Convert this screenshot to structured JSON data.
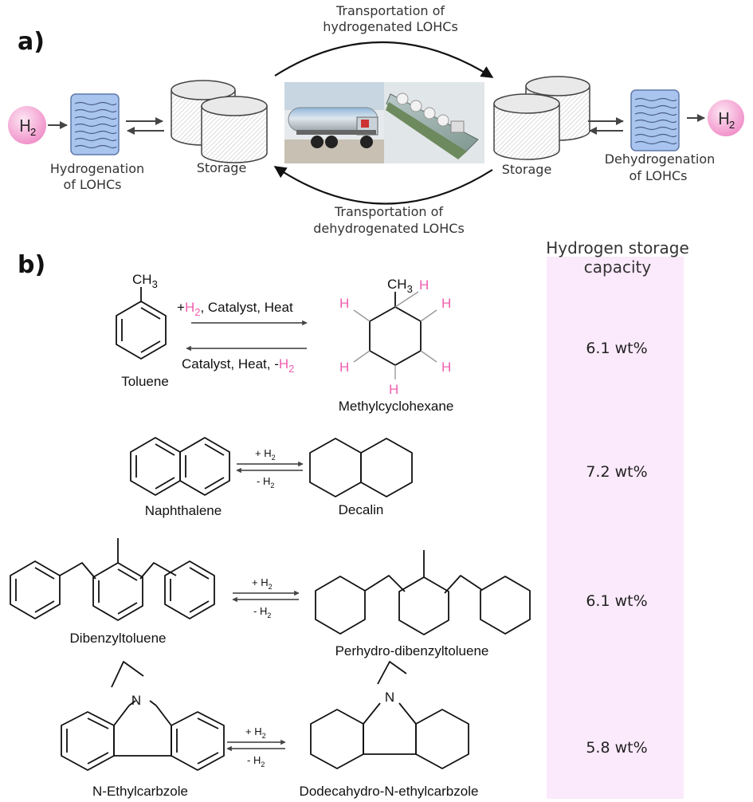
{
  "panel_a": {
    "label": "a)",
    "h2_in": "H",
    "h2_in_sub": "2",
    "hydrogenation_line1": "Hydrogenation",
    "hydrogenation_line2": "of LOHCs",
    "storage_left": "Storage",
    "storage_right": "Storage",
    "dehydrogenation_line1": "Dehydrogenation",
    "dehydrogenation_line2": "of LOHCs",
    "h2_out": "H",
    "h2_out_sub": "2",
    "transport_top_line1": "Transportation",
    "transport_top_line2": "of",
    "transport_top_line3": "hydrogenated LOHCs",
    "transport_bottom_line1": "Transportation of",
    "transport_bottom_line2": "dehydrogenated LOHCs"
  },
  "panel_b": {
    "label": "b)",
    "capacity_header_line1": "Hydrogen storage",
    "capacity_header_line2": "capacity",
    "rows": [
      {
        "reactant": "Toluene",
        "product": "Methylcyclohexane",
        "capacity": "6.1 wt%",
        "methyl": "CH",
        "methyl_sub": "3",
        "forward_prefix": "+",
        "forward_h": "H",
        "forward_sub": "2",
        "forward_suffix": ", Catalyst, Heat",
        "reverse_prefix": "Catalyst, Heat, -",
        "reverse_h": "H",
        "reverse_sub": "2",
        "h_atom": "H"
      },
      {
        "reactant": "Naphthalene",
        "product": "Decalin",
        "capacity": "7.2 wt%",
        "forward": "+ H",
        "forward_sub": "2",
        "reverse": "- H",
        "reverse_sub": "2"
      },
      {
        "reactant": "Dibenzyltoluene",
        "product": "Perhydro-dibenzyltoluene",
        "capacity": "6.1 wt%",
        "forward": "+ H",
        "forward_sub": "2",
        "reverse": "- H",
        "reverse_sub": "2"
      },
      {
        "reactant": "N-Ethylcarbzole",
        "product": "Dodecahydro-N-ethylcarbzole",
        "capacity": "5.8 wt%",
        "forward": "+ H",
        "forward_sub": "2",
        "reverse": "- H",
        "reverse_sub": "2",
        "n_atom": "N"
      }
    ]
  },
  "colors": {
    "pink": "#ef5fb0",
    "h2_bubble": "#f7b3dc",
    "reactor_blue": "#a9c4ef",
    "capacity_band": "#fbeafb"
  }
}
